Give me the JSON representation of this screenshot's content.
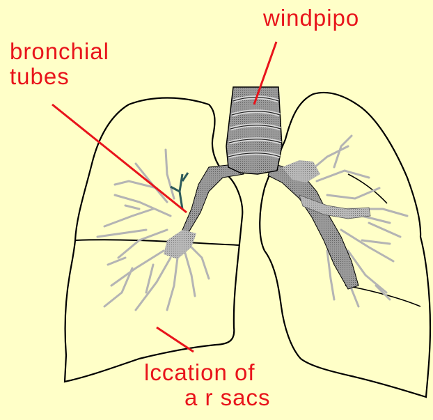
{
  "labels": {
    "windpipe": "windpipo",
    "bronchial_line1": "bronchial",
    "bronchial_line2": "tubes",
    "location_line1": "lccation of",
    "location_line2": "a r sacs"
  },
  "colors": {
    "background": "#ffffc8",
    "label_text": "#e8141b",
    "pointer": "#e8141b",
    "outline": "#000000",
    "trachea": "#8c8c8c",
    "bronchi": "#a8a8a8",
    "branches": "#b4b4b4"
  }
}
